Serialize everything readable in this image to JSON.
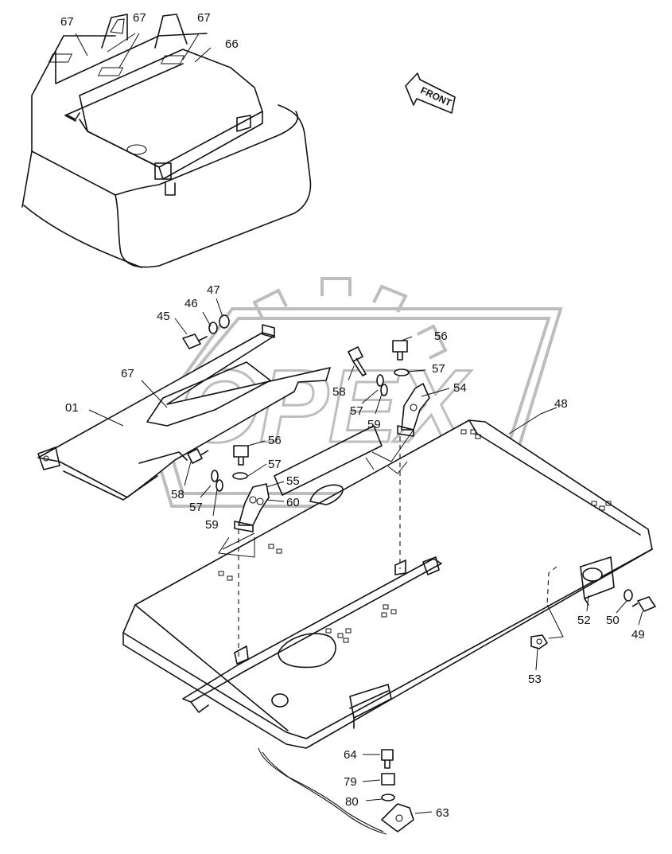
{
  "watermark": {
    "text": "OPEX"
  },
  "direction_marker": {
    "text": "FRONT"
  },
  "callouts": {
    "c67a": "67",
    "c67b": "67",
    "c67c": "67",
    "c66": "66",
    "c45": "45",
    "c46": "46",
    "c47": "47",
    "c67d": "67",
    "c01": "01",
    "c56a": "56",
    "c57a": "57",
    "c54": "54",
    "c58a": "58",
    "c57b": "57",
    "c59a": "59",
    "c48": "48",
    "c56b": "56",
    "c57c": "57",
    "c55": "55",
    "c60": "60",
    "c58b": "58",
    "c57d": "57",
    "c59b": "59",
    "c52": "52",
    "c50": "50",
    "c49": "49",
    "c53": "53",
    "c64": "64",
    "c79": "79",
    "c80": "80",
    "c63": "63"
  }
}
